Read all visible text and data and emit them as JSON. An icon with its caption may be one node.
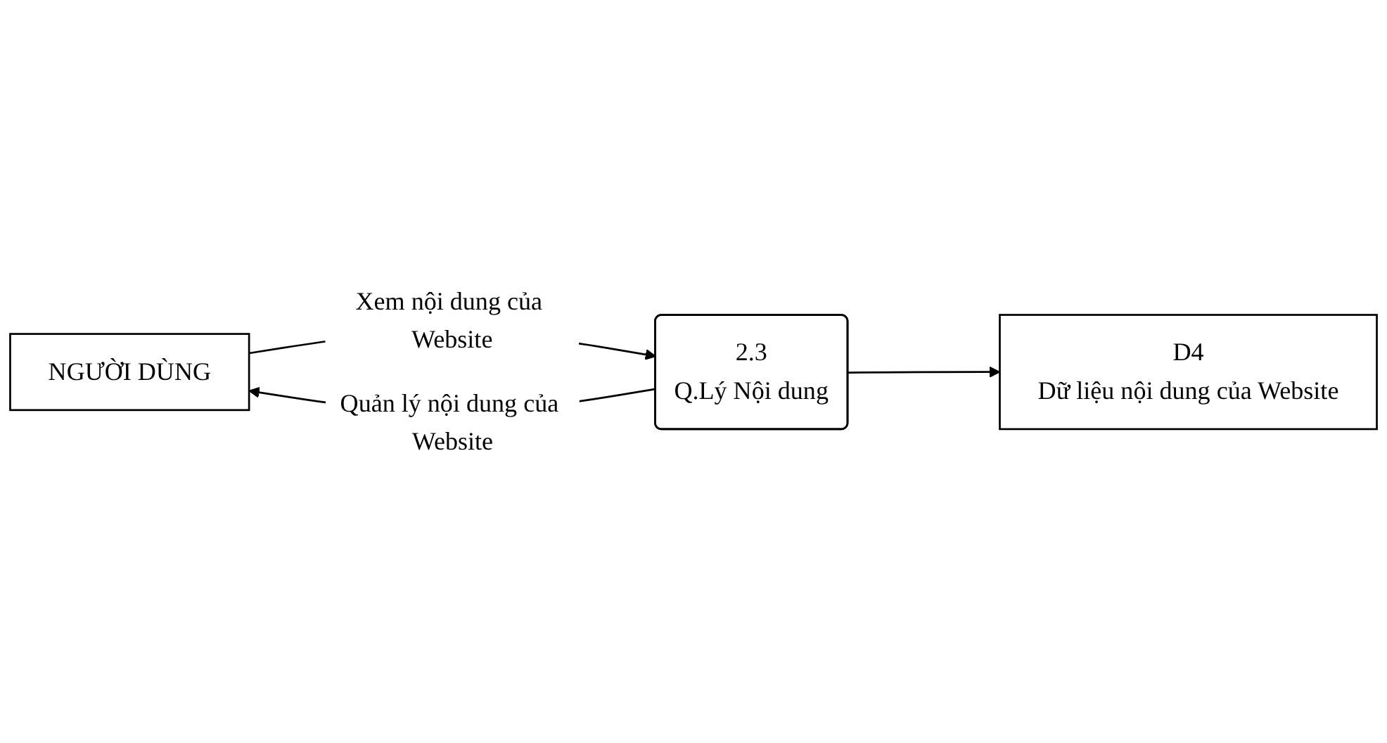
{
  "diagram": {
    "nodes": [
      {
        "text": [
          "NGƯỜI DÙNG"
        ]
      },
      {
        "text": [
          "2.3",
          "Q.Lý Nội dung"
        ]
      },
      {
        "text": [
          "D4",
          "Dữ liệu nội dung của Website"
        ]
      }
    ],
    "edges": [
      {
        "from": 0,
        "to": 1,
        "label": "Xem nội dung của Website",
        "arrow": "to"
      },
      {
        "from": 1,
        "to": 0,
        "label": "Quản lý nội dung của Website",
        "arrow": "to"
      },
      {
        "from": 1,
        "to": 2,
        "arrow": "to"
      }
    ]
  }
}
